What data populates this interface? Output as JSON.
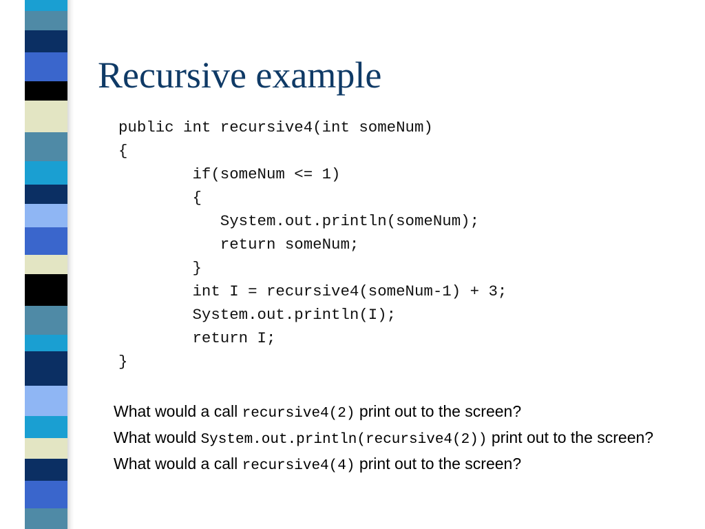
{
  "slide": {
    "title": "Recursive example",
    "code_lines": [
      "public int recursive4(int someNum)",
      "{",
      "\tif(someNum <= 1)",
      "\t{",
      "\t   System.out.println(someNum);",
      "\t   return someNum;",
      "\t}",
      "\tint I = recursive4(someNum-1) + 3;",
      "\tSystem.out.println(I);",
      "\treturn I;",
      "}"
    ],
    "questions": [
      {
        "prefix": "What would a call ",
        "code": "recursive4(2)",
        "suffix": " print out to the screen?"
      },
      {
        "prefix": "What would ",
        "code": "System.out.println(recursive4(2))",
        "suffix": "  print out to the screen?"
      },
      {
        "prefix": "What would a call ",
        "code": "recursive4(4)",
        "suffix": " print out to the screen?"
      }
    ]
  },
  "colors": {
    "title": "#0f3a66",
    "bar_dark_navy": "#0b2f63",
    "bar_blue": "#3a66cc",
    "bar_light_blue": "#8fb6f4",
    "bar_teal": "#4f8aa6",
    "bar_cyan": "#1a9fd2",
    "bar_cream": "#e3e5c3",
    "bar_black": "#000000"
  }
}
